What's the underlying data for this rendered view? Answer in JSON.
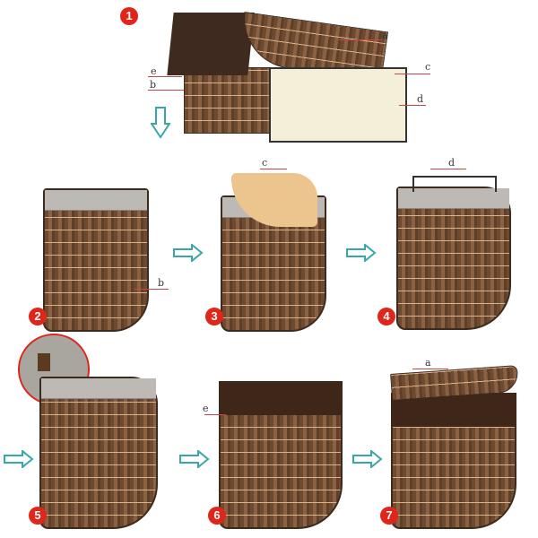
{
  "steps": [
    "1",
    "2",
    "3",
    "4",
    "5",
    "6",
    "7"
  ],
  "labels": {
    "a": "a",
    "b": "b",
    "c": "c",
    "d": "d",
    "e": "e"
  },
  "colors": {
    "step_badge": "#e0251b",
    "arrow": "#3aa6a8",
    "bamboo": "#7a5438",
    "liner": "#3e2618"
  }
}
